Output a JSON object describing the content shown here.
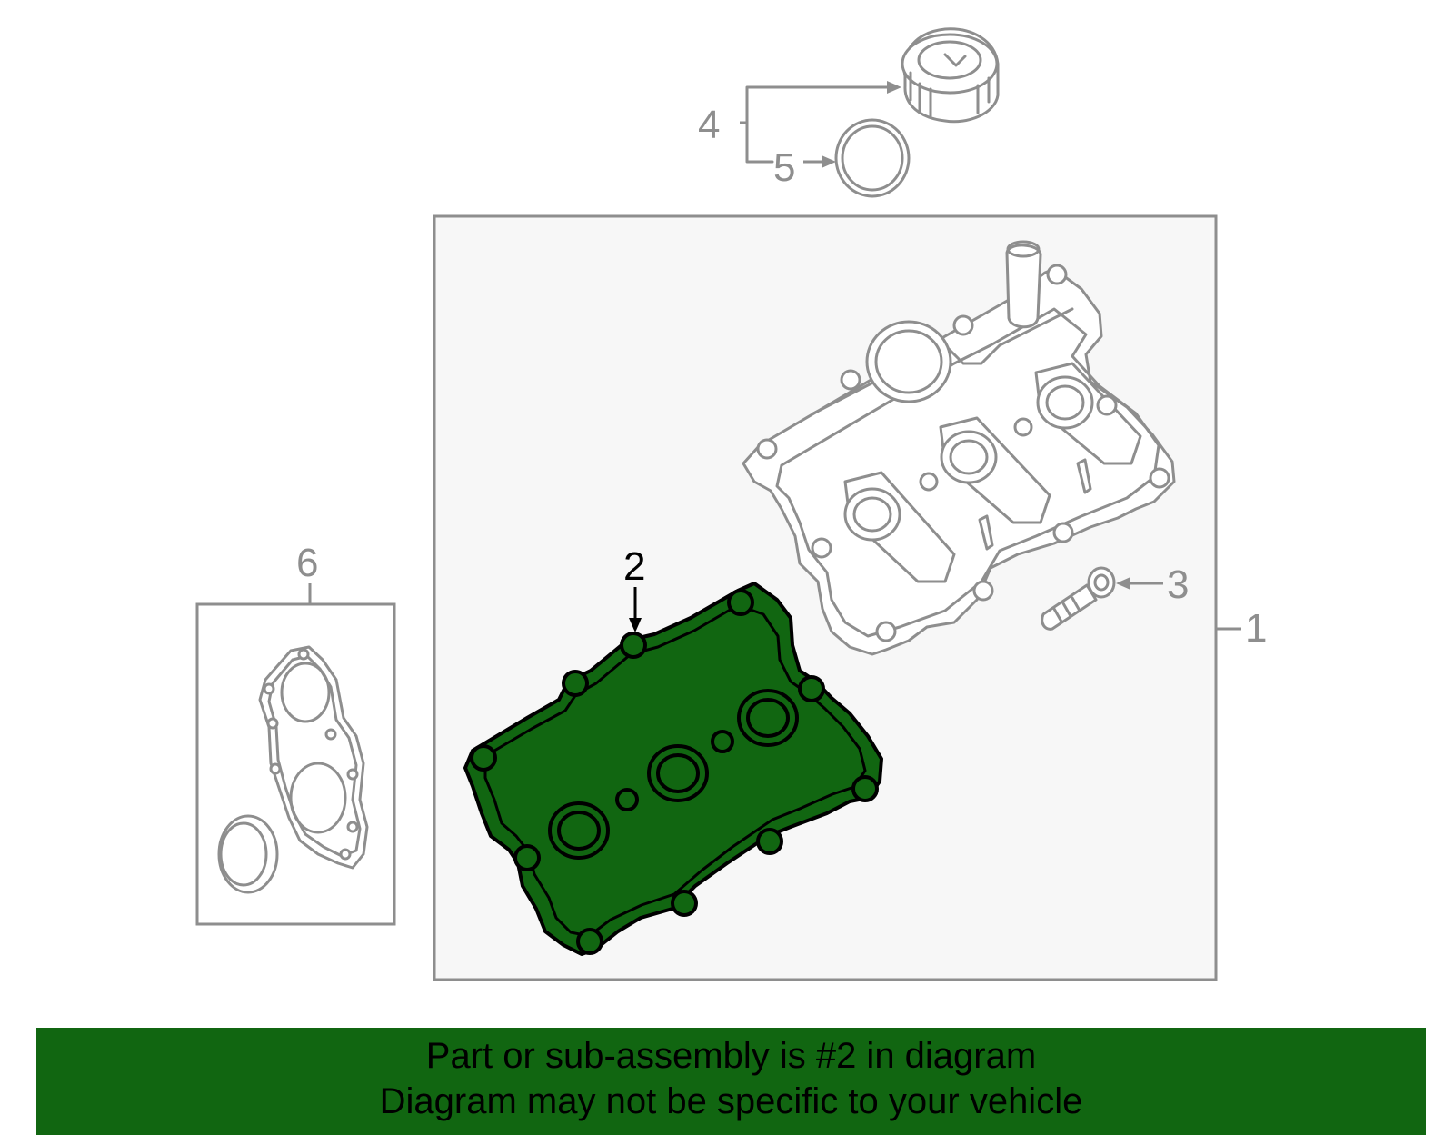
{
  "callouts": {
    "c1": "1",
    "c2": "2",
    "c3": "3",
    "c4": "4",
    "c5": "5",
    "c6": "6"
  },
  "highlight": {
    "part_number": "2",
    "color": "#116611"
  },
  "colors": {
    "outline": "#8e8e8e",
    "panel_bg": "#f7f7f7",
    "banner_bg": "#116611"
  },
  "banner": {
    "line1": "Part or sub-assembly is #2 in diagram",
    "line2": "Diagram may not be specific to your vehicle"
  }
}
